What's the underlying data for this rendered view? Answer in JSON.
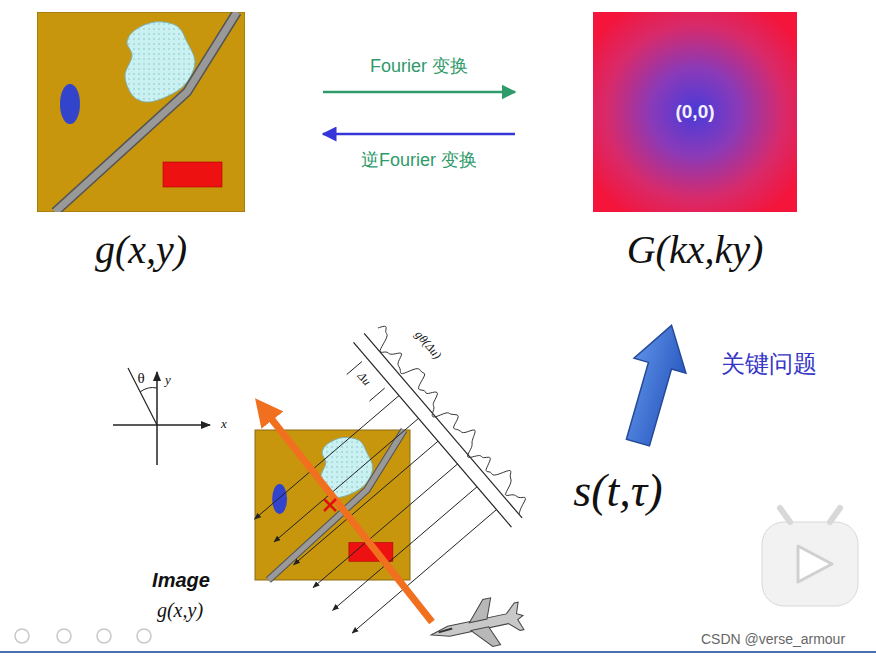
{
  "diagram": {
    "nodes": [
      {
        "text": [
          "g(x,y)"
        ]
      },
      {
        "text": [
          "(0,0)",
          "G(kx,ky)"
        ]
      }
    ],
    "edges": [
      {
        "from": 0,
        "to": 1,
        "arrow": "to",
        "label": "Fourier 变换"
      },
      {
        "from": 1,
        "to": 0,
        "arrow": "to",
        "label": "逆Fourier 变换"
      }
    ],
    "labels": [
      "θ",
      "y",
      "x",
      "Δu",
      "gθ(Δu)",
      "Image",
      "g(x,y)",
      "s(t,τ)",
      "关键问题",
      "CSDN @verse_armour"
    ]
  }
}
